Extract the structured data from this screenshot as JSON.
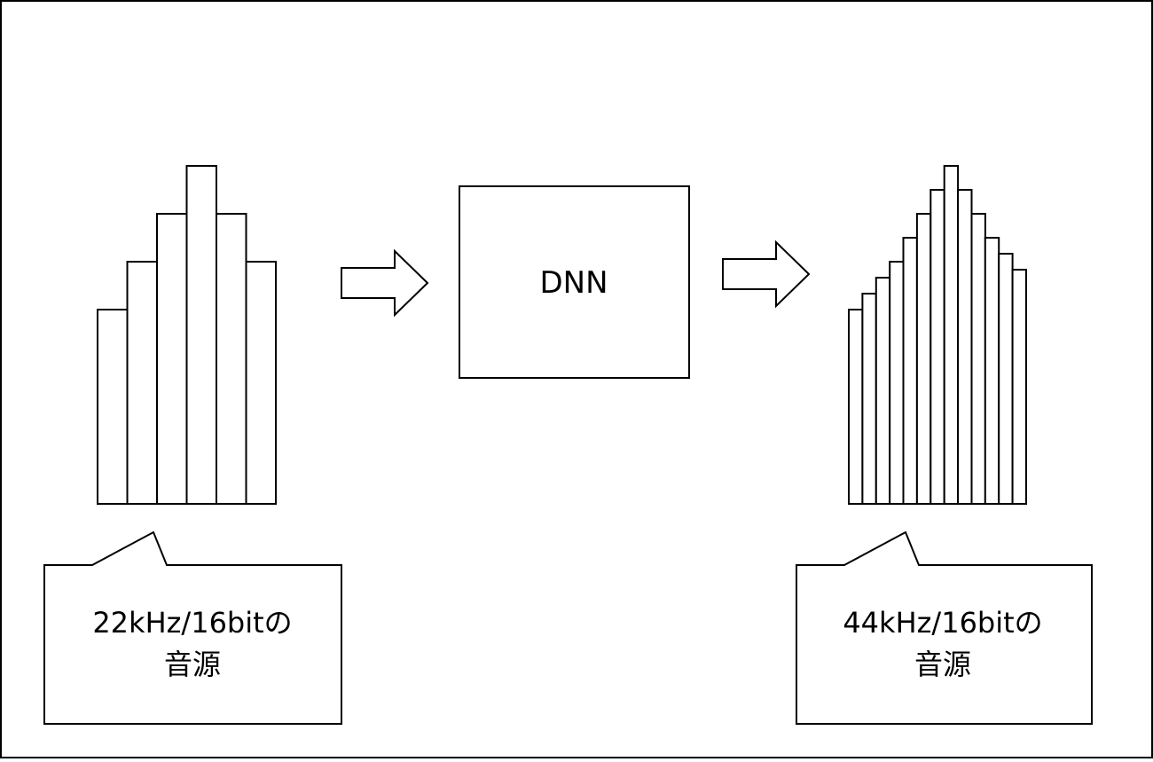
{
  "diagram": {
    "processor": {
      "label": "DNN"
    },
    "input": {
      "callout_line1": "22kHz/16bitの",
      "callout_line2": "音源",
      "bars": [
        0.82,
        0.94,
        1.06,
        1.18,
        1.06,
        0.94
      ]
    },
    "output": {
      "callout_line1": "44kHz/16bitの",
      "callout_line2": "音源",
      "bars": [
        0.82,
        0.86,
        0.9,
        0.94,
        1.0,
        1.06,
        1.12,
        1.18,
        1.12,
        1.06,
        1.0,
        0.96,
        0.92
      ]
    },
    "colors": {
      "stroke": "#000000",
      "fill": "#ffffff"
    }
  }
}
